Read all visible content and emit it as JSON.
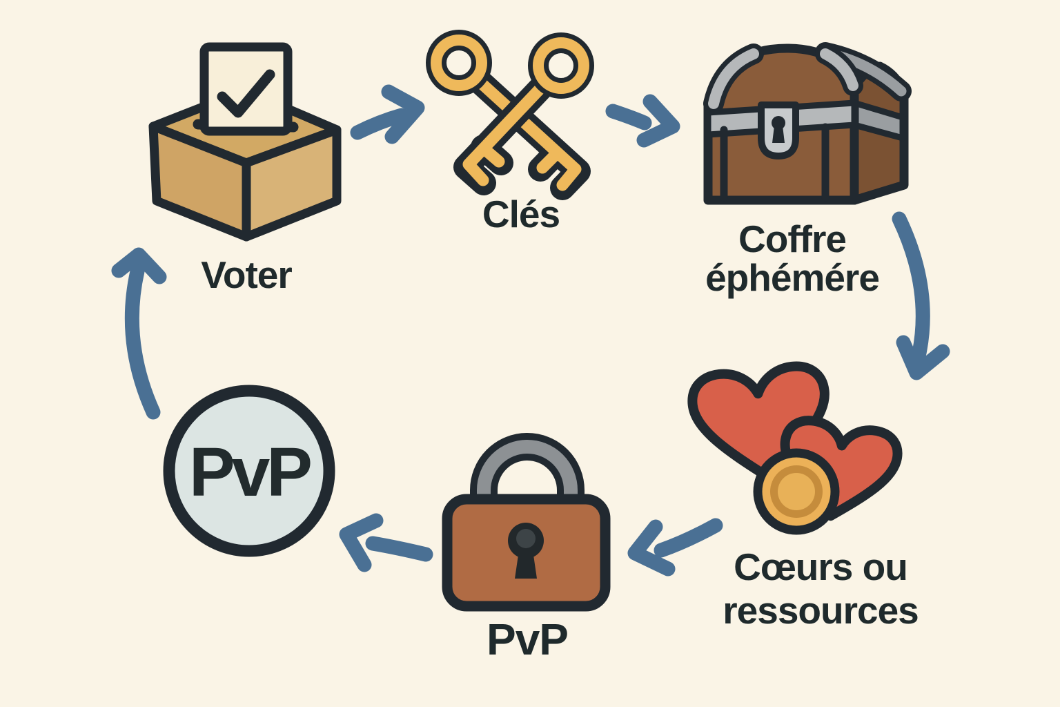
{
  "diagram": {
    "type": "cycle-flow",
    "background_color": "#faf4e6",
    "arrow_color": "#4a7094",
    "outline_color": "#212930",
    "label_color": "#1f2a2c",
    "nodes": [
      {
        "id": "voter",
        "label": "Voter",
        "icon": "ballot-box-icon"
      },
      {
        "id": "cles",
        "label": "Clés",
        "icon": "crossed-keys-icon"
      },
      {
        "id": "coffre",
        "label_line1": "Coffre",
        "label_line2": "éphémére",
        "icon": "treasure-chest-icon"
      },
      {
        "id": "coeurs",
        "label_line1": "Cœurs ou",
        "label_line2": "ressources",
        "icon": "hearts-coin-icon"
      },
      {
        "id": "pvp_lock",
        "label": "PvP",
        "icon": "padlock-icon"
      },
      {
        "id": "pvp_badge",
        "label": "PvP",
        "icon": "pvp-circle-badge"
      }
    ],
    "arrows": [
      {
        "from": "voter",
        "to": "cles"
      },
      {
        "from": "cles",
        "to": "coffre"
      },
      {
        "from": "coffre",
        "to": "coeurs"
      },
      {
        "from": "coeurs",
        "to": "pvp_lock"
      },
      {
        "from": "pvp_lock",
        "to": "pvp_badge"
      },
      {
        "from": "pvp_badge",
        "to": "voter"
      }
    ],
    "colors": {
      "box_top": "#d2a964",
      "box_left": "#cfa465",
      "box_right": "#d8b377",
      "paper": "#f8efd9",
      "key_gold": "#efb95b",
      "chest_front": "#8a5c3a",
      "chest_side": "#7b5233",
      "chest_metal": "#b5b8ba",
      "chest_metal_dark": "#9a9ea1",
      "chest_lock_plate": "#c7cbcd",
      "heart_red": "#d8604a",
      "coin_gold": "#ecb158",
      "coin_ring": "#c58c3c",
      "lock_body": "#b06b44",
      "lock_shackle": "#8d9194",
      "badge_fill": "#dce5e3"
    }
  }
}
